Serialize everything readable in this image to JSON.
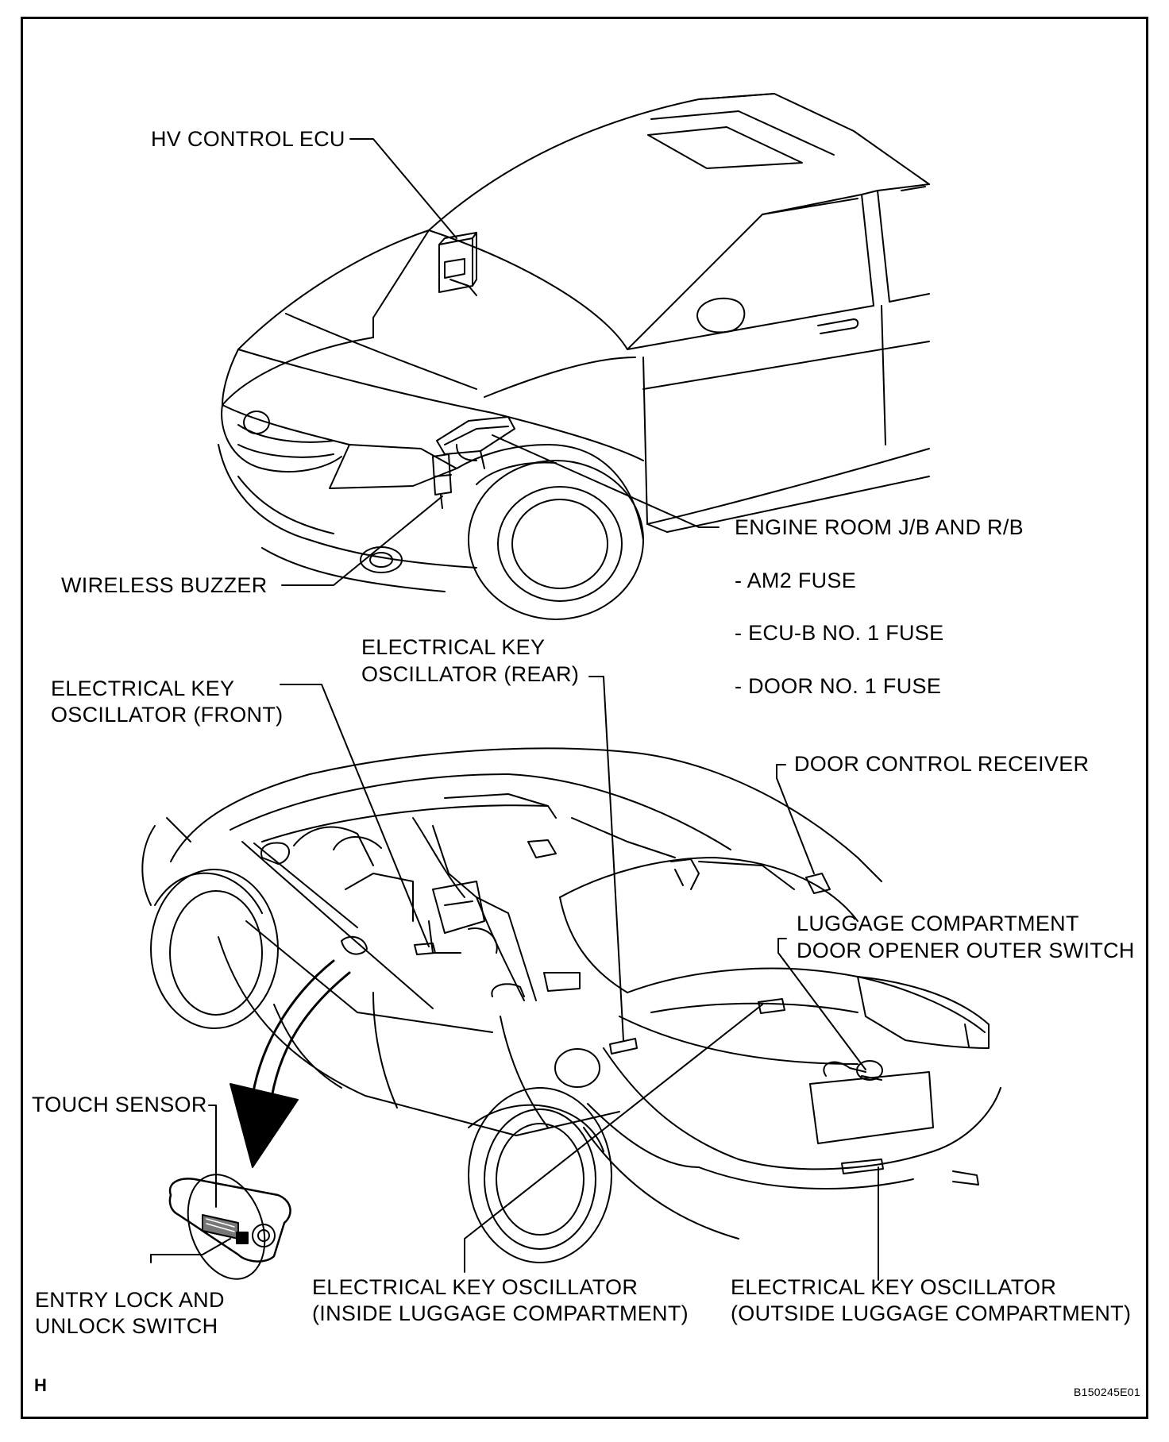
{
  "labels": {
    "hv_control_ecu": "HV CONTROL ECU",
    "engine_room_jb_rb": "ENGINE ROOM J/B AND R/B",
    "am2_fuse": "- AM2 FUSE",
    "ecu_b_fuse": "- ECU-B NO. 1 FUSE",
    "door_fuse": "- DOOR NO. 1 FUSE",
    "wireless_buzzer": "WIRELESS BUZZER",
    "osc_rear_line1": "ELECTRICAL KEY",
    "osc_rear_line2": "OSCILLATOR (REAR)",
    "osc_front_line1": "ELECTRICAL KEY",
    "osc_front_line2": "OSCILLATOR (FRONT)",
    "door_control_receiver": "DOOR CONTROL RECEIVER",
    "luggage_switch_line1": "LUGGAGE COMPARTMENT",
    "luggage_switch_line2": "DOOR OPENER OUTER SWITCH",
    "touch_sensor": "TOUCH SENSOR",
    "entry_lock_line1": "ENTRY LOCK AND",
    "entry_lock_line2": "UNLOCK SWITCH",
    "osc_inside_line1": "ELECTRICAL KEY OSCILLATOR",
    "osc_inside_line2": "(INSIDE LUGGAGE COMPARTMENT)",
    "osc_outside_line1": "ELECTRICAL KEY OSCILLATOR",
    "osc_outside_line2": "(OUTSIDE LUGGAGE COMPARTMENT)",
    "corner_letter": "H",
    "figure_code": "B150245E01"
  }
}
